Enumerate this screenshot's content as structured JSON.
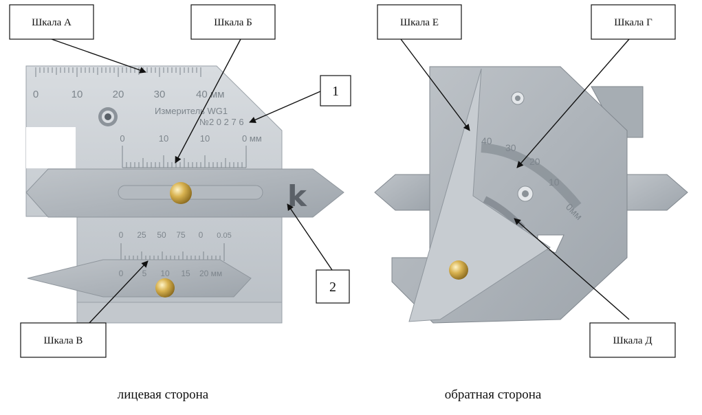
{
  "labels": {
    "scale_a": "Шкала А",
    "scale_b": "Шкала Б",
    "scale_v": "Шкала В",
    "scale_e": "Шкала Е",
    "scale_g": "Шкала Г",
    "scale_d": "Шкала Д",
    "marker_1": "1",
    "marker_2": "2"
  },
  "captions": {
    "front": "лицевая сторона",
    "back": "обратная сторона"
  },
  "front_gauge": {
    "scale_a_ticks": [
      "0",
      "10",
      "20",
      "30",
      "40 мм"
    ],
    "scale_b_ticks": [
      "0",
      "10",
      "10",
      "0 мм"
    ],
    "scale_v_top_ticks": [
      "0",
      "25",
      "50",
      "75",
      "0",
      "0.05"
    ],
    "scale_v_bottom_ticks": [
      "0",
      "5",
      "10",
      "15",
      "20 мм"
    ],
    "model_text": "Измеритель WG1",
    "serial_text": "№2 0 2 7 6",
    "logo_letter": "k"
  },
  "back_gauge": {
    "arc_ticks": [
      "40",
      "30",
      "20",
      "10",
      "0мм"
    ]
  },
  "colors": {
    "metal": "#c9ced3",
    "metal_dark": "#aeb4ba",
    "brass": "#c9a44a",
    "engraving": "#7d858c"
  }
}
